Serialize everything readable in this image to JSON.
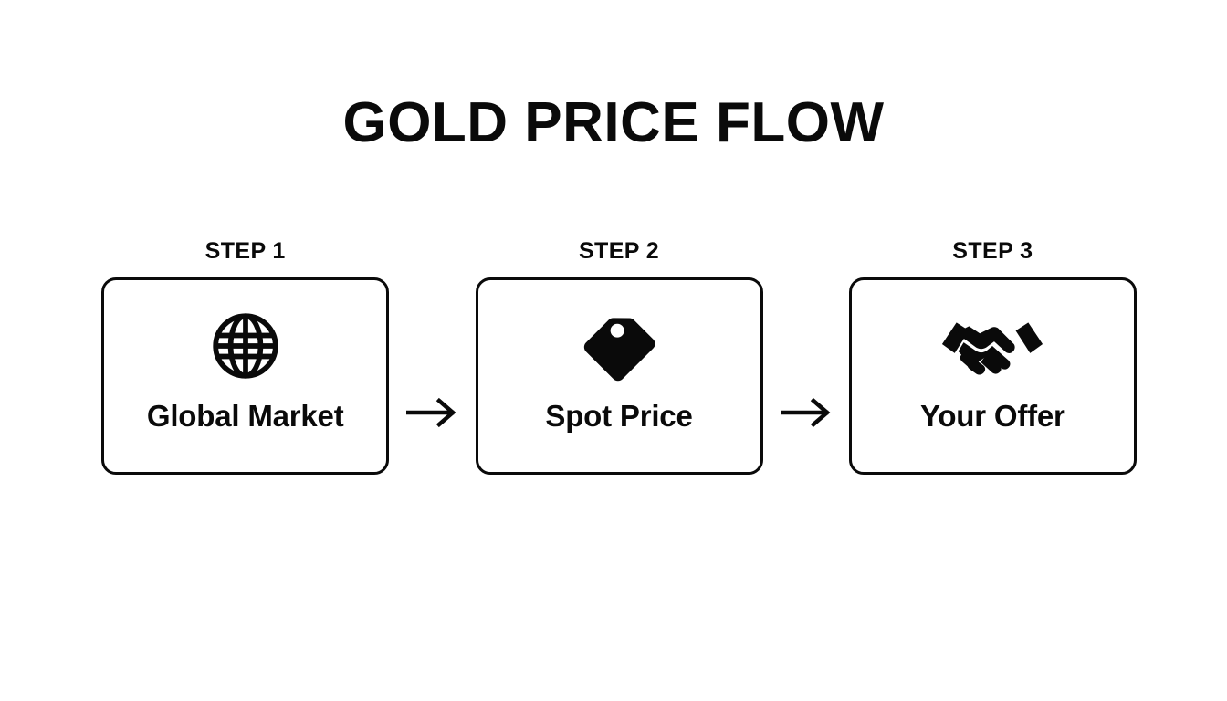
{
  "page": {
    "title": "GOLD PRICE FLOW",
    "background_color": "#ffffff",
    "foreground_color": "#0a0a0a"
  },
  "flow": {
    "steps": [
      {
        "label": "STEP 1",
        "icon": "globe-icon",
        "caption": "Global Market"
      },
      {
        "label": "STEP 2",
        "icon": "price-tag-icon",
        "caption": "Spot Price"
      },
      {
        "label": "STEP 3",
        "icon": "handshake-icon",
        "caption": "Your Offer"
      }
    ],
    "connectors": [
      {
        "icon": "arrow-right-icon"
      },
      {
        "icon": "arrow-right-icon"
      }
    ]
  }
}
